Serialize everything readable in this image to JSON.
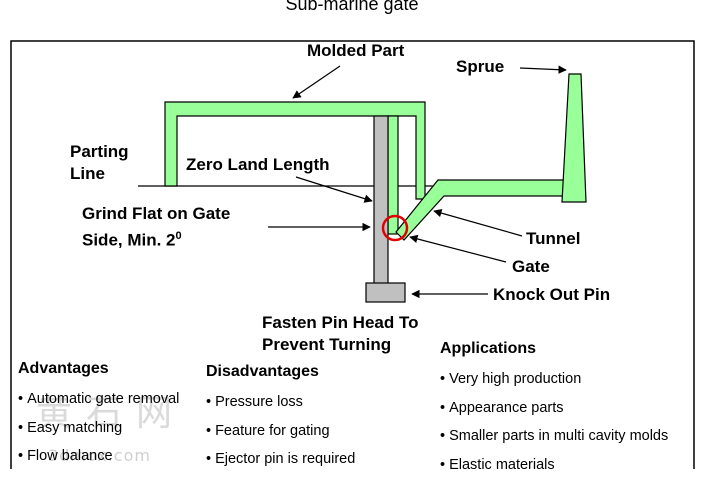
{
  "title": "Sub-marine gate",
  "labels": {
    "molded_part": "Molded Part",
    "sprue": "Sprue",
    "parting_line": [
      "Parting",
      "Line"
    ],
    "zero_land": "Zero Land Length",
    "grind_flat": [
      "Grind Flat on Gate",
      "Side, Min. 2"
    ],
    "grind_flat_sup": "0",
    "tunnel": "Tunnel",
    "gate": "Gate",
    "knock_out_pin": "Knock Out Pin",
    "fasten_pin": [
      "Fasten Pin Head To",
      "Prevent Turning"
    ]
  },
  "advantages": {
    "heading": "Advantages",
    "items": [
      "Automatic gate removal",
      "Easy matching",
      "Flow balance"
    ]
  },
  "disadvantages": {
    "heading": "Disadvantages",
    "items": [
      "Pressure loss",
      "Feature for gating",
      "Ejector pin is required"
    ]
  },
  "applications": {
    "heading": "Applications",
    "items": [
      "Very high production",
      "Appearance parts",
      "Smaller parts in multi cavity molds",
      "Elastic materials"
    ]
  },
  "watermark": {
    "chars": "黄石网",
    "url": "3dmox.com"
  },
  "colors": {
    "part_fill": "#99ff99",
    "pin_fill": "#c0c0c0",
    "gate_circle": "#e00000"
  }
}
